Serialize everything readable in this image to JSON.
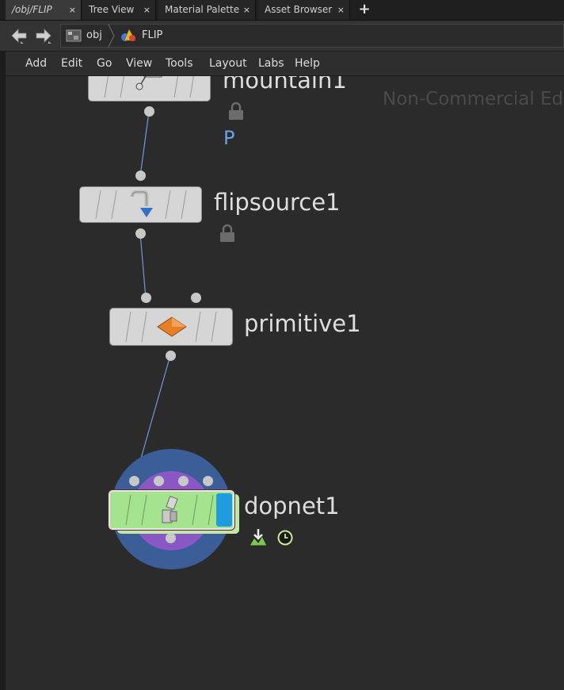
{
  "tabs": [
    {
      "label": "/obj/FLIP",
      "active": true
    },
    {
      "label": "Tree View",
      "active": false
    },
    {
      "label": "Material Palette",
      "active": false
    },
    {
      "label": "Asset Browser",
      "active": false
    }
  ],
  "tab_close_glyph": "×",
  "add_tab_glyph": "+",
  "path": {
    "crumbs": [
      {
        "label": "obj",
        "icon": "obj-context-icon"
      },
      {
        "label": "FLIP",
        "icon": "flip-geometry-icon"
      }
    ]
  },
  "menu": [
    "Add",
    "Edit",
    "Go",
    "View",
    "Tools",
    "Layout",
    "Labs",
    "Help"
  ],
  "watermark": "Non-Commercial Ed",
  "nodes": [
    {
      "name": "mountain1",
      "icon": "mountain-icon",
      "locked": true,
      "flag": "P"
    },
    {
      "name": "flipsource1",
      "icon": "flipsource-icon",
      "locked": true
    },
    {
      "name": "primitive1",
      "icon": "primitive-diamond-icon"
    },
    {
      "name": "dopnet1",
      "icon": "dopnet-icon",
      "display_flag": true,
      "badges": [
        "export-icon",
        "clock-icon"
      ]
    }
  ],
  "colors": {
    "dopnet_body": "#a6e38f",
    "dopnet_display_flag": "#1f9be0",
    "dopnet_halo_outer": "#3b5e98",
    "dopnet_halo_inner": "#8a58c4",
    "primitive_icon": "#e87f26",
    "flag_p": "#6aa3e8"
  }
}
